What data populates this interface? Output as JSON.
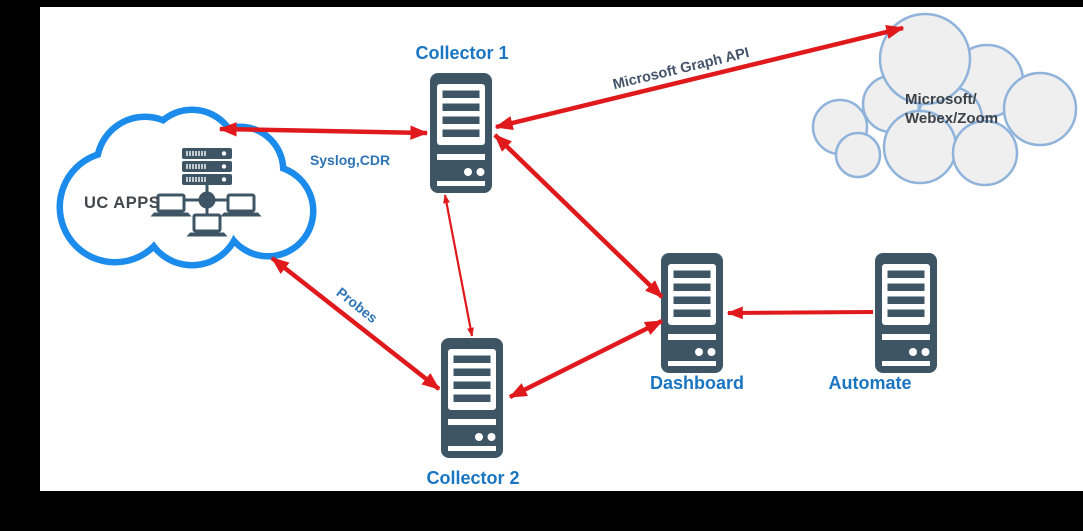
{
  "colors": {
    "background": "#000000",
    "surface": "#ffffff",
    "arrow": "#e0191c",
    "server": "#3d5565",
    "node_label": "#1a75c2",
    "edge_label": "#2e74b5",
    "edge_label_dark": "#44546a",
    "uc_cloud_stroke": "#1b8ceb",
    "uc_text": "#41474c",
    "ms_cloud_fill": "#efeff0",
    "ms_cloud_stroke": "#8fb3da",
    "ms_text": "#3c4248"
  },
  "nodes": {
    "uc_apps": {
      "label": "UC APPS",
      "type": "cloud"
    },
    "collector1": {
      "label": "Collector 1",
      "type": "server"
    },
    "collector2": {
      "label": "Collector 2",
      "type": "server"
    },
    "dashboard": {
      "label": "Dashboard",
      "type": "server"
    },
    "automate": {
      "label": "Automate",
      "type": "server"
    },
    "ms_cloud": {
      "label_line1": "Microsoft/",
      "label_line2": "Webex/Zoom",
      "type": "cloud"
    }
  },
  "edges": [
    {
      "from": "UC APPS",
      "to": "Collector 1",
      "label": "Syslog,CDR",
      "direction": "bidirectional"
    },
    {
      "from": "UC APPS",
      "to": "Collector 2",
      "label": "Probes",
      "direction": "bidirectional"
    },
    {
      "from": "Collector 1",
      "to": "Collector 2",
      "label": "",
      "direction": "bidirectional"
    },
    {
      "from": "Collector 1",
      "to": "Dashboard",
      "label": "",
      "direction": "bidirectional"
    },
    {
      "from": "Collector 2",
      "to": "Dashboard",
      "label": "",
      "direction": "bidirectional"
    },
    {
      "from": "Collector 1",
      "to": "Microsoft/Webex/Zoom",
      "label": "Microsoft Graph API",
      "direction": "bidirectional"
    },
    {
      "from": "Automate",
      "to": "Dashboard",
      "label": "",
      "direction": "one-way"
    }
  ]
}
